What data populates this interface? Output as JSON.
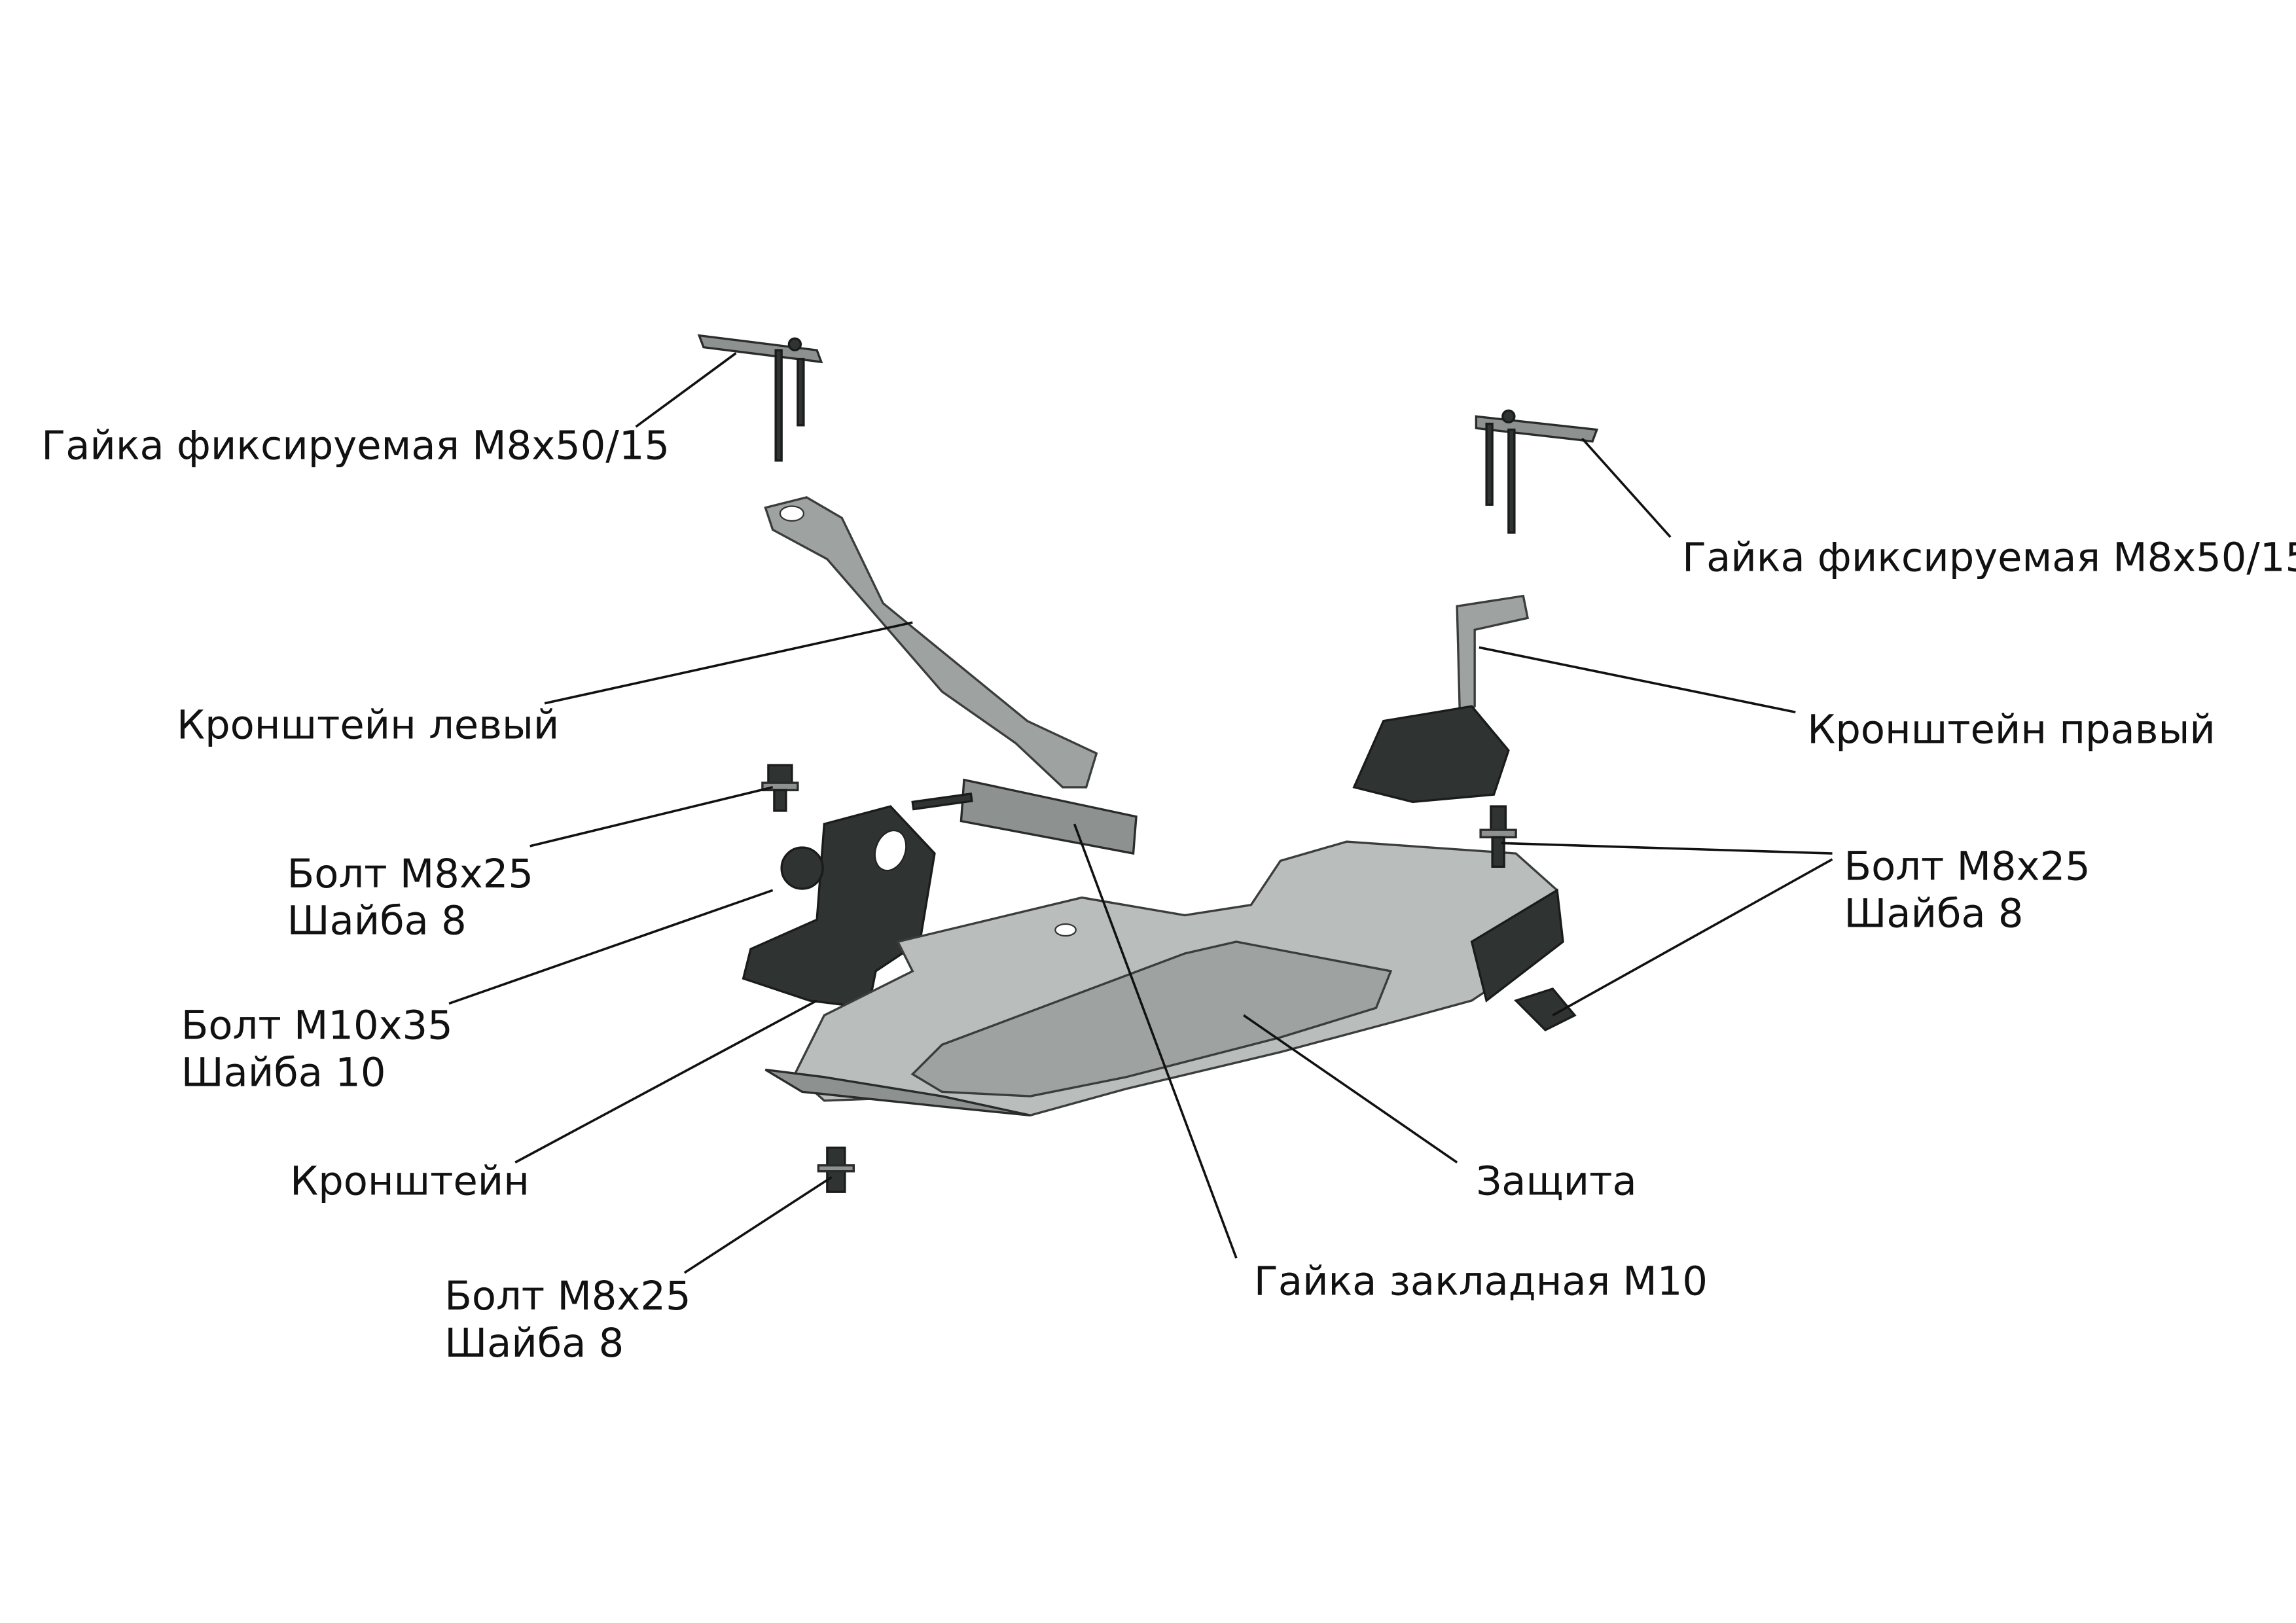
{
  "labels": {
    "fixed_nut_left": "Гайка фиксируемая M8x50/15",
    "fixed_nut_right": "Гайка фиксируемая M8x50/15",
    "bracket_left": "Кронштейн левый",
    "bracket_right": "Кронштейн правый",
    "bolt_m8_left_1": "Болт M8x25",
    "washer_8_left_1": "Шайба 8",
    "bolt_m10": "Болт M10x35",
    "washer_10": "Шайба 10",
    "bracket": "Кронштейн",
    "bolt_m8_bottom": "Болт M8x25",
    "washer_8_bottom": "Шайба 8",
    "bolt_m8_right": "Болт M8x25",
    "washer_8_right": "Шайба 8",
    "guard": "Защита",
    "embedded_nut": "Гайка закладная M10"
  }
}
